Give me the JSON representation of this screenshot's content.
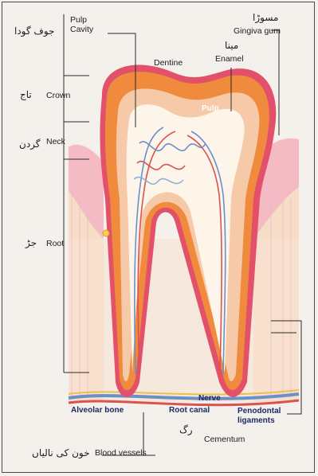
{
  "labels": {
    "pulp_cavity": "Pulp\nCavity",
    "crown": "Crown",
    "neck": "Neck",
    "root": "Root",
    "dentine": "Dentine",
    "pulp": "Pulp",
    "enamel": "Enamel",
    "gingiva": "Gingiva gum",
    "alveolar_bone": "Alveolar bone",
    "root_canal": "Root canal",
    "nerve": "Nerve",
    "periodontal": "Penodontal\nligaments",
    "cementum": "Cementum",
    "blood_vessels": "Blood vessels"
  },
  "urdu": {
    "pulp_cavity": "جوف گودا",
    "crown": "تاج",
    "neck": "گردن",
    "root": "جڑ",
    "gingiva": "مسوڑا",
    "enamel": "مینا",
    "nerve": "رگ",
    "blood_vessels": "خون کی نالیاں"
  },
  "colors": {
    "enamel_outer": "#f08a3c",
    "enamel_rim": "#e2506a",
    "dentine": "#f6c9a8",
    "pulp": "#fdf5ea",
    "gum": "#f2b3c3",
    "bone": "#f7dcc6",
    "vessel_blue": "#6c8fc9",
    "vessel_red": "#d9534f"
  }
}
